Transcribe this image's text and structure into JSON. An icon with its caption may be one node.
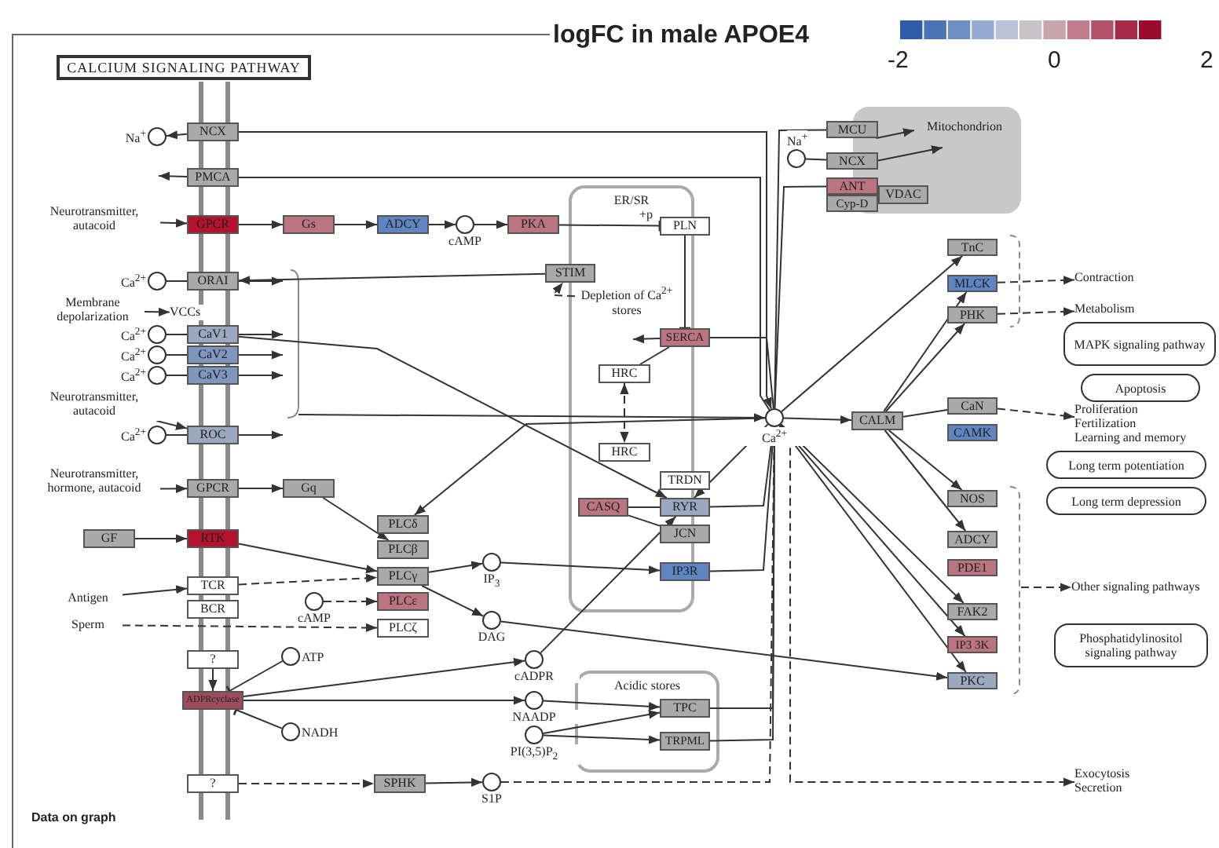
{
  "diagram": {
    "title": "CALCIUM SIGNALING PATHWAY",
    "nodes": [
      {
        "text": [
          "NCX"
        ]
      },
      {
        "text": [
          "Na$^{+}$"
        ]
      },
      {
        "text": [
          "PMCA"
        ]
      },
      {
        "text": [
          "Neurotransmitter, autacoid"
        ]
      },
      {
        "text": [
          "GPCR"
        ]
      },
      {
        "text": [
          "Gs"
        ]
      },
      {
        "text": [
          "ADCY"
        ]
      },
      {
        "text": [
          "cAMP"
        ]
      },
      {
        "text": [
          "PKA"
        ]
      },
      {
        "text": [
          "ER/SR"
        ]
      },
      {
        "text": [
          "PLN"
        ]
      },
      {
        "text": [
          "Mitochondrion"
        ]
      },
      {
        "text": [
          "Na$^{+}$"
        ]
      },
      {
        "text": [
          "MCU"
        ]
      },
      {
        "text": [
          "NCX"
        ]
      },
      {
        "text": [
          "ANT"
        ]
      },
      {
        "text": [
          "Cyp-D"
        ]
      },
      {
        "text": [
          "VDAC"
        ],
        "in": 11
      },
      {
        "text": [
          "TnC"
        ]
      },
      {
        "text": [
          "STIM"
        ]
      },
      {
        "text": [
          "Ca$^{2+}$"
        ]
      },
      {
        "text": [
          "ORAI"
        ]
      },
      {
        "text": [
          "MLCK"
        ]
      },
      {
        "text": [
          "Contraction"
        ]
      },
      {
        "text": [
          "Depletion of Ca$^{2+}$ stores"
        ],
        "in": 9
      },
      {
        "text": [
          "Membrane depolarization"
        ]
      },
      {
        "text": [
          "VCCs"
        ]
      },
      {
        "text": [
          "PHK"
        ]
      },
      {
        "text": [
          "Metabolism"
        ]
      },
      {
        "text": [
          "MAPK signaling pathway"
        ]
      },
      {
        "text": [
          "SERCA"
        ]
      },
      {
        "text": [
          "Ca$^{2+}$"
        ]
      },
      {
        "text": [
          "CaV1"
        ]
      },
      {
        "text": [
          "Ca$^{2+}$"
        ]
      },
      {
        "text": [
          "CaV2"
        ]
      },
      {
        "text": [
          "Ca$^{2+}$"
        ]
      },
      {
        "text": [
          "CaV3"
        ]
      },
      {
        "text": [
          "HRC"
        ],
        "in": 9
      },
      {
        "text": [
          "Apoptosis"
        ]
      },
      {
        "text": [
          "Neurotransmitter, autacoid"
        ]
      },
      {
        "text": [
          "CaN"
        ]
      },
      {
        "text": [
          "Ca$^{2+}$"
        ]
      },
      {
        "text": [
          "CALM"
        ]
      },
      {
        "text": [
          "Proliferation",
          "Fertilization",
          "Learning and memory"
        ]
      },
      {
        "text": [
          "Ca$^{2+}$"
        ]
      },
      {
        "text": [
          "ROC"
        ]
      },
      {
        "text": [
          "CAMK"
        ]
      },
      {
        "text": [
          "HRC"
        ],
        "in": 9
      },
      {
        "text": [
          "Long term potentiation"
        ]
      },
      {
        "text": [
          "Neurotransmitter, hormone, autacoid"
        ]
      },
      {
        "text": [
          "GPCR"
        ]
      },
      {
        "text": [
          "Gq"
        ]
      },
      {
        "text": [
          "TRDN"
        ]
      },
      {
        "text": [
          "Long term depression"
        ]
      },
      {
        "text": [
          "NOS"
        ]
      },
      {
        "text": [
          "RYR"
        ]
      },
      {
        "text": [
          "CASQ"
        ],
        "in": 9
      },
      {
        "text": [
          "PLCδ"
        ]
      },
      {
        "text": [
          "GF"
        ]
      },
      {
        "text": [
          "RTK"
        ]
      },
      {
        "text": [
          "JCN"
        ]
      },
      {
        "text": [
          "ADCY"
        ]
      },
      {
        "text": [
          "PLCβ"
        ]
      },
      {
        "text": [
          "IP$_{3}$"
        ]
      },
      {
        "text": [
          "IP3R"
        ]
      },
      {
        "text": [
          "PDE1"
        ]
      },
      {
        "text": [
          "PLCγ"
        ]
      },
      {
        "text": [
          "TCR"
        ]
      },
      {
        "text": [
          "Antigen"
        ]
      },
      {
        "text": [
          "Other signaling pathways"
        ]
      },
      {
        "text": [
          "cAMP"
        ]
      },
      {
        "text": [
          "PLCε"
        ]
      },
      {
        "text": [
          "BCR"
        ]
      },
      {
        "text": [
          "FAK2"
        ]
      },
      {
        "text": [
          "DAG"
        ]
      },
      {
        "text": [
          "Sperm"
        ]
      },
      {
        "text": [
          "PLCζ"
        ]
      },
      {
        "text": [
          "Phosphatidylinositol signaling pathway"
        ]
      },
      {
        "text": [
          "IP3 3K"
        ]
      },
      {
        "text": [
          "?"
        ]
      },
      {
        "text": [
          "ATP"
        ]
      },
      {
        "text": [
          "cADPR"
        ]
      },
      {
        "text": [
          "Acidic stores"
        ]
      },
      {
        "text": [
          "PKC"
        ]
      },
      {
        "text": [
          "ADPRcyclase"
        ]
      },
      {
        "text": [
          "NAADP"
        ]
      },
      {
        "text": [
          "TPC"
        ],
        "in": 82
      },
      {
        "text": [
          "PI(3,5)P$_{2}$"
        ]
      },
      {
        "text": [
          "NADH"
        ]
      },
      {
        "text": [
          "TRPML"
        ],
        "in": 82
      },
      {
        "text": [
          "?"
        ]
      },
      {
        "text": [
          "SPHK"
        ]
      },
      {
        "text": [
          "S1P"
        ]
      },
      {
        "text": [
          "Exocytosis",
          "Secretion"
        ]
      }
    ],
    "edges": [
      {
        "from": 0,
        "to": 1,
        "arrow": "to"
      },
      {
        "from": 0,
        "to": 41,
        "arrow": "to"
      },
      {
        "from": 41,
        "to": 2,
        "arrow": "none"
      },
      {
        "from": 2,
        "to": null,
        "arrow": "to"
      },
      {
        "from": 3,
        "to": 4,
        "arrow": "to"
      },
      {
        "from": 4,
        "to": 5,
        "arrow": "to"
      },
      {
        "from": 5,
        "to": 6,
        "arrow": "to"
      },
      {
        "from": 6,
        "to": 7,
        "arrow": "to"
      },
      {
        "from": 7,
        "to": 8,
        "arrow": "to"
      },
      {
        "from": 8,
        "to": 10,
        "arrow": "other",
        "label": "+p"
      },
      {
        "from": 10,
        "to": 30,
        "arrow": "other"
      },
      {
        "from": 30,
        "to": null,
        "arrow": "to"
      },
      {
        "from": 41,
        "to": 30,
        "arrow": "none"
      },
      {
        "from": 20,
        "to": 21,
        "arrow": "none"
      },
      {
        "from": 21,
        "to": null,
        "arrow": "to"
      },
      {
        "from": 19,
        "to": 21,
        "arrow": "to"
      },
      {
        "from": 24,
        "to": 19,
        "arrow": "to",
        "style": "dashed"
      },
      {
        "from": 25,
        "to": 26,
        "arrow": "to"
      },
      {
        "from": 31,
        "to": 32,
        "arrow": "none"
      },
      {
        "from": 33,
        "to": 34,
        "arrow": "none"
      },
      {
        "from": 35,
        "to": 36,
        "arrow": "none"
      },
      {
        "from": 32,
        "to": null,
        "arrow": "to"
      },
      {
        "from": 34,
        "to": null,
        "arrow": "to"
      },
      {
        "from": 36,
        "to": null,
        "arrow": "to"
      },
      {
        "from": 32,
        "to": 55,
        "arrow": "to"
      },
      {
        "from": 39,
        "to": 45,
        "arrow": "to"
      },
      {
        "from": 44,
        "to": 45,
        "arrow": "none"
      },
      {
        "from": 45,
        "to": null,
        "arrow": "to"
      },
      {
        "from": null,
        "to": 41,
        "arrow": "to"
      },
      {
        "from": 41,
        "to": 57,
        "arrow": "to"
      },
      {
        "from": 49,
        "to": 50,
        "arrow": "to"
      },
      {
        "from": 50,
        "to": 51,
        "arrow": "to"
      },
      {
        "from": 51,
        "to": 62,
        "arrow": "to"
      },
      {
        "from": 58,
        "to": 59,
        "arrow": "to"
      },
      {
        "from": 59,
        "to": 66,
        "arrow": "to"
      },
      {
        "from": 67,
        "to": 66,
        "arrow": "to",
        "style": "dashed"
      },
      {
        "from": 68,
        "to": 67,
        "arrow": "to"
      },
      {
        "from": 70,
        "to": 71,
        "arrow": "to",
        "style": "dashed"
      },
      {
        "from": 75,
        "to": 76,
        "arrow": "to",
        "style": "dashed"
      },
      {
        "from": 66,
        "to": 63,
        "arrow": "to"
      },
      {
        "from": 66,
        "to": 74,
        "arrow": "to"
      },
      {
        "from": 63,
        "to": 64,
        "arrow": "to"
      },
      {
        "from": 74,
        "to": 83,
        "arrow": "to"
      },
      {
        "from": 79,
        "to": 84,
        "arrow": "to"
      },
      {
        "from": 80,
        "to": 84,
        "arrow": "other"
      },
      {
        "from": 88,
        "to": 84,
        "arrow": "other"
      },
      {
        "from": 84,
        "to": 81,
        "arrow": "to"
      },
      {
        "from": 84,
        "to": 85,
        "arrow": "to"
      },
      {
        "from": 81,
        "to": 55,
        "arrow": "to"
      },
      {
        "from": 85,
        "to": 86,
        "arrow": "to"
      },
      {
        "from": 87,
        "to": 86,
        "arrow": "to"
      },
      {
        "from": 87,
        "to": 89,
        "arrow": "to"
      },
      {
        "from": 90,
        "to": 91,
        "arrow": "to",
        "style": "dashed"
      },
      {
        "from": 91,
        "to": 92,
        "arrow": "to"
      },
      {
        "from": 92,
        "to": 41,
        "arrow": "to",
        "style": "dashed"
      },
      {
        "from": 37,
        "to": 47,
        "arrow": "both",
        "style": "dashed"
      },
      {
        "from": 37,
        "to": 30,
        "arrow": "none"
      },
      {
        "from": 56,
        "to": 55,
        "arrow": "none"
      },
      {
        "from": 56,
        "to": 60,
        "arrow": "none"
      },
      {
        "from": 55,
        "to": 41,
        "arrow": "to"
      },
      {
        "from": 64,
        "to": 41,
        "arrow": "to"
      },
      {
        "from": 86,
        "to": 41,
        "arrow": "to"
      },
      {
        "from": 89,
        "to": 41,
        "arrow": "to"
      },
      {
        "from": 41,
        "to": 55,
        "arrow": "to"
      },
      {
        "from": 41,
        "to": 42,
        "arrow": "to"
      },
      {
        "from": 41,
        "to": 18,
        "arrow": "to"
      },
      {
        "from": 42,
        "to": 22,
        "arrow": "to"
      },
      {
        "from": 42,
        "to": 27,
        "arrow": "to"
      },
      {
        "from": 42,
        "to": 40,
        "arrow": "none"
      },
      {
        "from": 42,
        "to": 54,
        "arrow": "to"
      },
      {
        "from": 42,
        "to": 61,
        "arrow": "to"
      },
      {
        "from": 41,
        "to": 73,
        "arrow": "to"
      },
      {
        "from": 41,
        "to": 78,
        "arrow": "to"
      },
      {
        "from": 41,
        "to": 83,
        "arrow": "to"
      },
      {
        "from": 41,
        "to": 13,
        "arrow": "none"
      },
      {
        "from": 13,
        "to": 11,
        "arrow": "to"
      },
      {
        "from": 12,
        "to": 14,
        "arrow": "none"
      },
      {
        "from": 14,
        "to": 11,
        "arrow": "to"
      },
      {
        "from": 41,
        "to": 15,
        "arrow": "none"
      },
      {
        "from": 22,
        "to": 23,
        "arrow": "to",
        "style": "dashed"
      },
      {
        "from": 27,
        "to": 28,
        "arrow": "to",
        "style": "dashed"
      },
      {
        "from": 40,
        "to": 43,
        "arrow": "to",
        "style": "dashed"
      },
      {
        "from": null,
        "to": 69,
        "arrow": "to",
        "style": "dashed"
      },
      {
        "from": 41,
        "to": 93,
        "arrow": "to",
        "style": "dashed"
      }
    ],
    "labels": [
      "logFC in male APOE4",
      "-2",
      "0",
      "2",
      "Data on graph"
    ]
  }
}
